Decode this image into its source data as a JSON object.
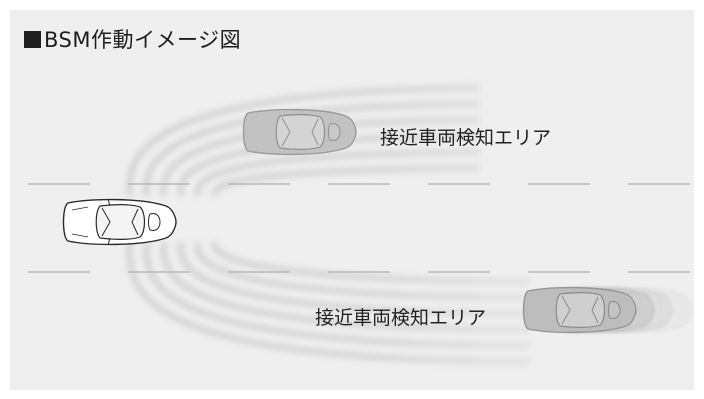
{
  "title": "BSM作動イメージ図",
  "labels": {
    "upper_area": "接近車両検知エリア",
    "lower_area": "接近車両検知エリア"
  },
  "colors": {
    "background": "#efefef",
    "lane_marking": "#b5b5b5",
    "wave": "#d6d6d6",
    "own_car": "#ffffff",
    "approaching_car": "#bdbdbd"
  }
}
